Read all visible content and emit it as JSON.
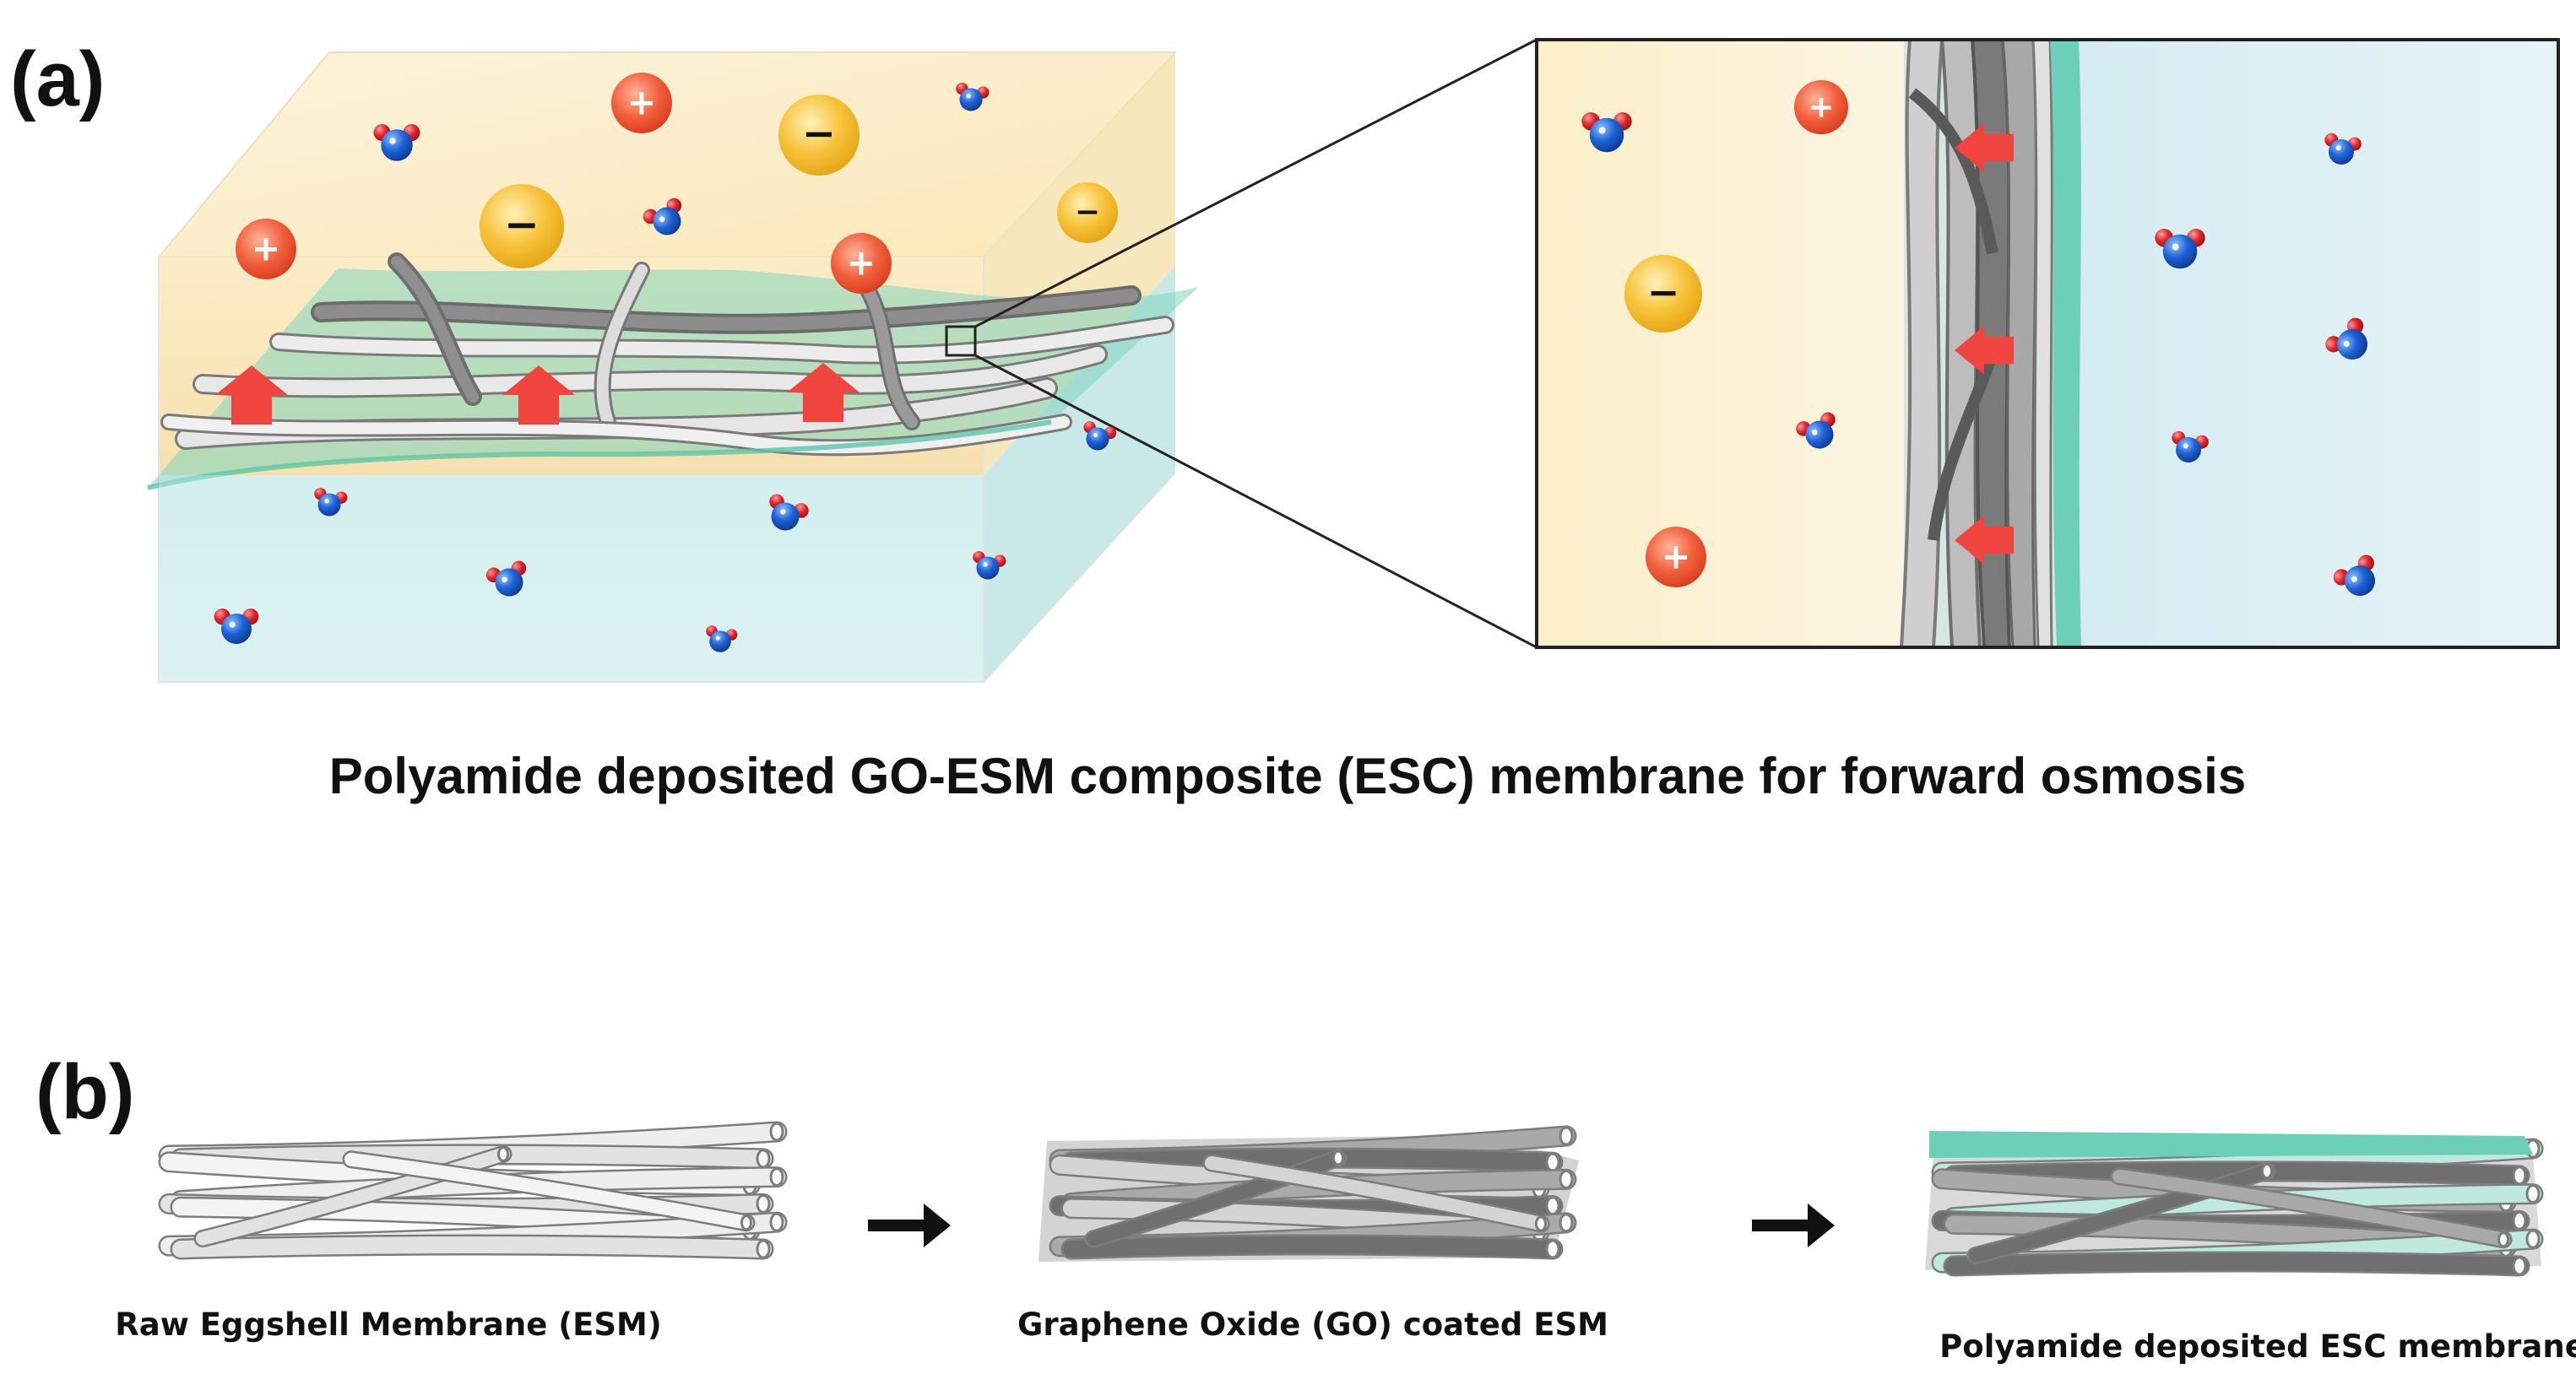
{
  "panel_a": {
    "label": "(a)",
    "caption": "Polyamide deposited GO-ESM composite (ESC) membrane for forward osmosis",
    "ion_signs": {
      "cation": "+",
      "anion": "−"
    },
    "icons": {
      "cation": "cation-icon",
      "anion": "anion-icon",
      "water": "water-molecule-icon",
      "flux": "flux-arrow-icon"
    }
  },
  "panel_b": {
    "label": "(b)",
    "steps": [
      {
        "label": "Raw Eggshell Membrane (ESM)"
      },
      {
        "label": "Graphene Oxide (GO) coated ESM"
      },
      {
        "label": "Polyamide deposited  ESC membrane"
      }
    ],
    "step_arrow_icon": "step-arrow-icon"
  },
  "colors": {
    "draw_side": "#fdeec4",
    "feed_side": "#d5eef1",
    "polyamide_layer": "#6ccfb8",
    "cation": "#f2603e",
    "anion": "#f7c238",
    "water_oxygen": "#1e63d8",
    "water_hydrogen": "#e0262c",
    "flux_arrow": "#f0443f",
    "fiber_fill": "#e4e4e4",
    "fiber_stroke": "#7d7d7d",
    "fiber_dark": "#6f6f6f"
  }
}
